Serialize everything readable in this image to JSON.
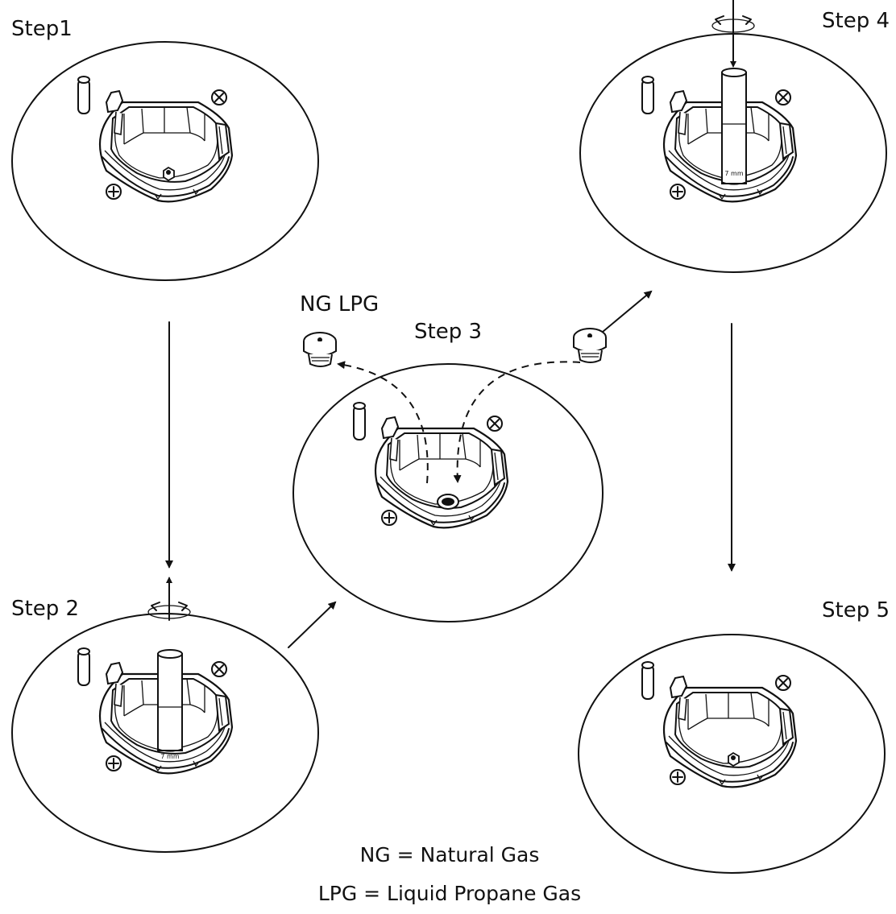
{
  "steps": {
    "step1": "Step1",
    "step2": "Step 2",
    "step3": "Step 3",
    "step4": "Step 4",
    "step5": "Step 5"
  },
  "nozzles": {
    "label": "NG LPG"
  },
  "tool": {
    "size_label": "7 mm"
  },
  "legend": {
    "ng": "NG = Natural Gas",
    "lpg": "LPG = Liquid Propane Gas"
  }
}
